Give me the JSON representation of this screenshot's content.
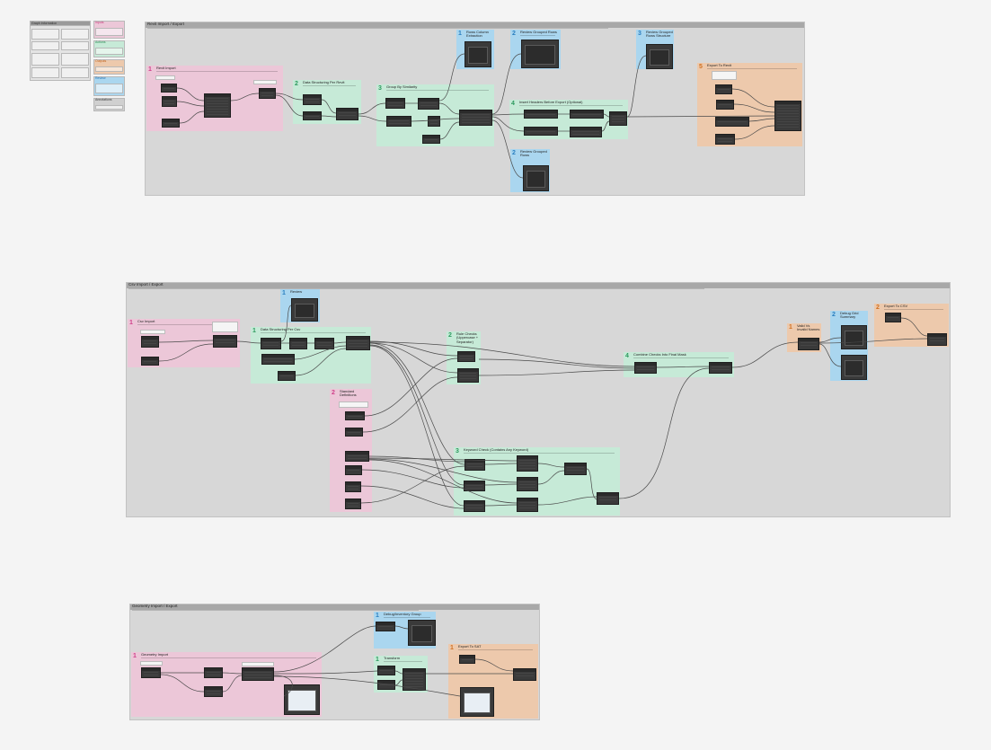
{
  "legend": {
    "graph_info_title": "Graph Information",
    "inputs": "Inputs",
    "actions": "Actions",
    "outputs": "Outputs",
    "review": "Review",
    "annotations": "Annotations"
  },
  "sections": {
    "revit": {
      "title": "Revit Import / Export",
      "groups": {
        "revit_import": {
          "num": "1",
          "title": "Revit Import"
        },
        "data_struct": {
          "num": "2",
          "title": "Data Structuring Per Revit"
        },
        "group_sim": {
          "num": "3",
          "title": "Group By Similarity"
        },
        "rows_col_ext": {
          "num": "1",
          "title": "Rows Column Extraction"
        },
        "review_grouped": {
          "num": "2",
          "title": "Review Grouped Rows"
        },
        "review_grouped2": {
          "num": "3",
          "title": "Review Grouped Rows Structure"
        },
        "insert_headers": {
          "num": "4",
          "title": "Insert Headers Before Export (Optional)"
        },
        "review_grouped3": {
          "num": "2",
          "title": "Review Grouped Rows"
        },
        "export_revit": {
          "num": "5",
          "title": "Export To Revit"
        }
      }
    },
    "csv": {
      "title": "Csv Import / Export",
      "groups": {
        "csv_import": {
          "num": "1",
          "title": "Csv Import"
        },
        "review": {
          "num": "1",
          "title": "Review"
        },
        "data_struct": {
          "num": "1",
          "title": "Data Structuring Per Csv"
        },
        "rule_checks": {
          "num": "2",
          "title": "Rule Checks (Uppercase + Separator)"
        },
        "standard_defs": {
          "num": "2",
          "title": "Standard Definitions"
        },
        "keyword_check": {
          "num": "3",
          "title": "Keyword Check (Contains Any Keyword)"
        },
        "combine_checks": {
          "num": "4",
          "title": "Combine Checks Into Final Mask"
        },
        "valid_vs_invalid": {
          "num": "1",
          "title": "Valid Vs Invalid Names"
        },
        "debug_grid": {
          "num": "2",
          "title": "Debug Grid Summary"
        },
        "export_csv": {
          "num": "2",
          "title": "Export To CSV"
        }
      }
    },
    "geometry": {
      "title": "Geometry Import / Export",
      "groups": {
        "geometry_import": {
          "num": "1",
          "title": "Geometry Import"
        },
        "debug_geom": {
          "num": "1",
          "title": "Debug/Inventory Group"
        },
        "transform": {
          "num": "1",
          "title": "Transform"
        },
        "export_sat": {
          "num": "1",
          "title": "Export To SAT"
        }
      }
    }
  },
  "colors": {
    "inputs": "#ecc7d8",
    "actions": "#c6ead7",
    "outputs": "#edc9ac",
    "review": "#aad6ef",
    "section_bg": "#d7d7d7",
    "node": "#3a3a3a"
  }
}
